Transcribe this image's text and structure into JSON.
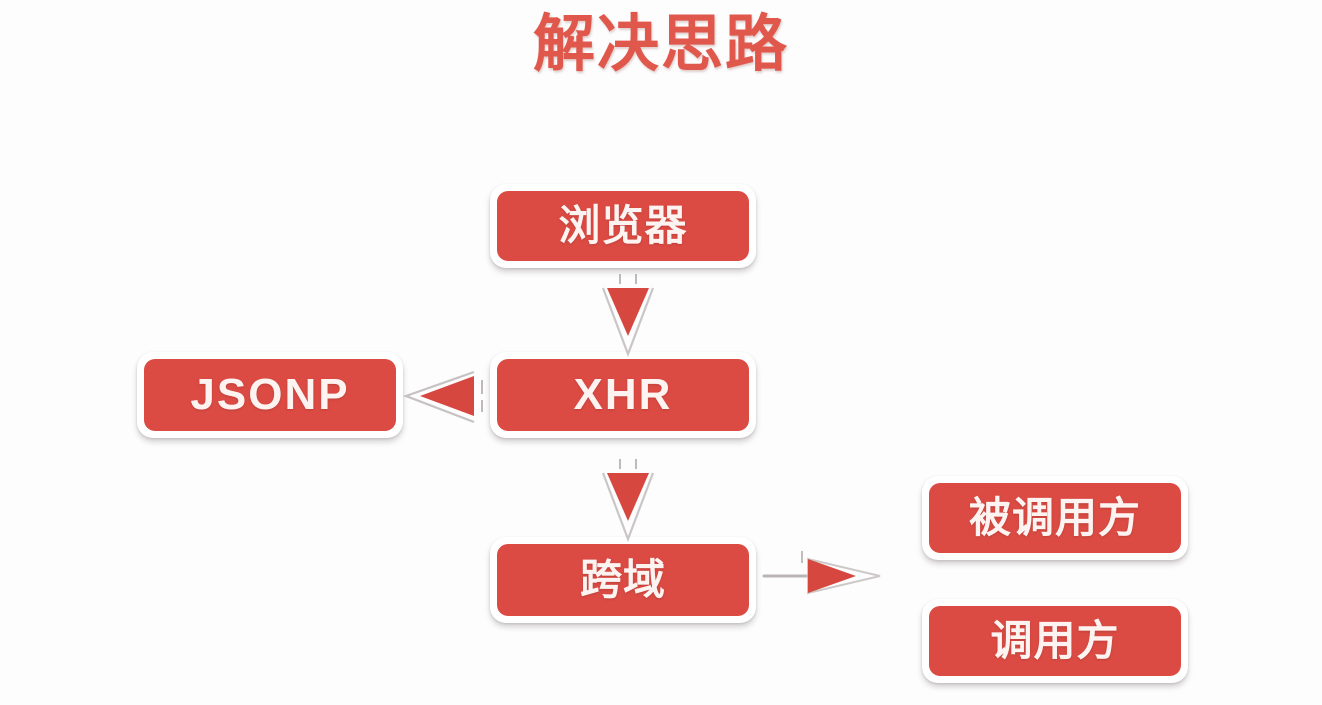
{
  "slide": {
    "title": "解决思路",
    "title_color": "#e0584c",
    "background_color": "#fdfdfd",
    "node_fill_color": "#db4b43",
    "node_text_color": "#fdf3f1",
    "arrow_color": "#d6483f"
  },
  "nodes": [
    {
      "id": "browser",
      "label": "浏览器",
      "script": "cjk"
    },
    {
      "id": "jsonp",
      "label": "JSONP",
      "script": "latin"
    },
    {
      "id": "xhr",
      "label": "XHR",
      "script": "latin"
    },
    {
      "id": "cors",
      "label": "跨域",
      "script": "cjk"
    },
    {
      "id": "callee",
      "label": "被调用方",
      "script": "cjk"
    },
    {
      "id": "caller",
      "label": "调用方",
      "script": "cjk"
    }
  ],
  "arrows": [
    {
      "id": "browser-xhr",
      "from": "browser",
      "to": "xhr",
      "direction": "down"
    },
    {
      "id": "xhr-cors",
      "from": "xhr",
      "to": "cors",
      "direction": "down"
    },
    {
      "id": "xhr-jsonp",
      "from": "xhr",
      "to": "jsonp",
      "direction": "left"
    },
    {
      "id": "cors-right",
      "from": "cors",
      "to": "callee/caller",
      "direction": "right"
    }
  ]
}
